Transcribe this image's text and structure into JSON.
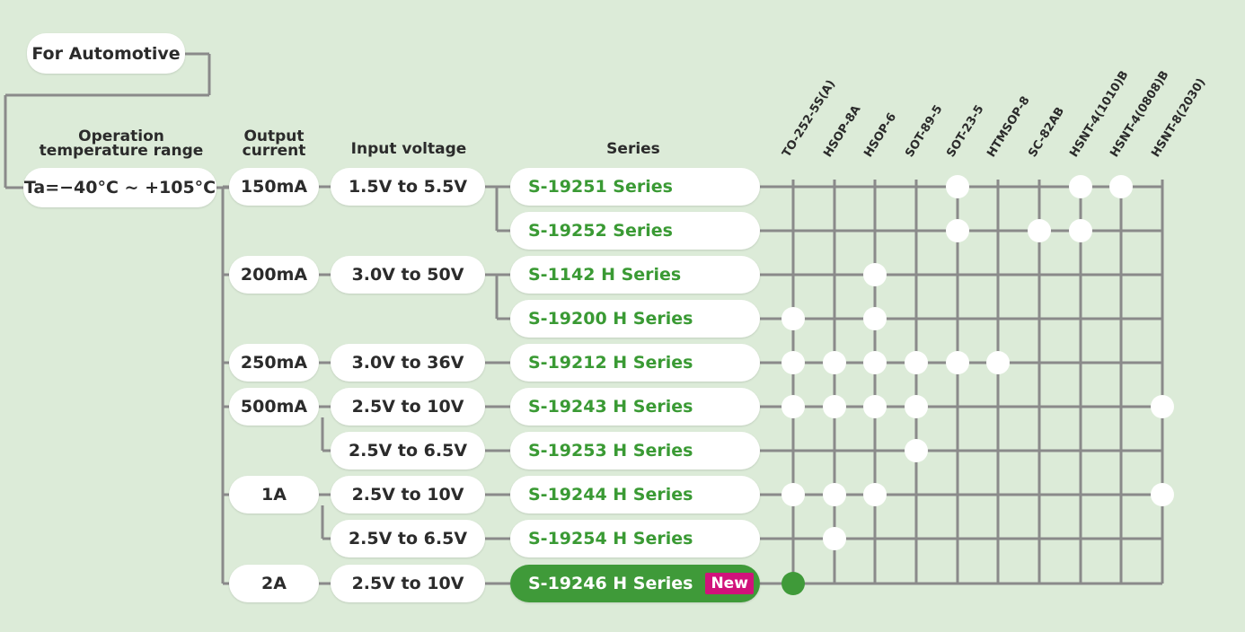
{
  "colors": {
    "background": "#dcebd8",
    "line": "#8a8a8a",
    "series_text": "#3a9a34",
    "highlight": "#3f9a39",
    "badge": "#d1127b"
  },
  "top_label": "For Automotive",
  "headers": {
    "temp": [
      "Operation",
      "temperature range"
    ],
    "current": [
      "Output",
      "current"
    ],
    "voltage": "Input voltage",
    "series": "Series"
  },
  "temp_range": "Ta=−40°C ~ +105°C",
  "packages": [
    "TO-252-5S(A)",
    "HSOP-8A",
    "HSOP-6",
    "SOT-89-5",
    "SOT-23-5",
    "HTMSOP-8",
    "SC-82AB",
    "HSNT-4(1010)B",
    "HSNT-4(0808)B",
    "HSNT-8(2030)"
  ],
  "currents": [
    "150mA",
    "200mA",
    "250mA",
    "500mA",
    "1A",
    "2A"
  ],
  "voltages": [
    "1.5V to 5.5V",
    "3.0V to 50V",
    "3.0V to 36V",
    "2.5V to 10V",
    "2.5V to 6.5V",
    "2.5V to 10V",
    "2.5V to 6.5V",
    "2.5V to 10V"
  ],
  "series": [
    {
      "name": "S-19251 Series",
      "packages": [
        4,
        7,
        8
      ]
    },
    {
      "name": "S-19252 Series",
      "packages": [
        4,
        6,
        7
      ]
    },
    {
      "name": "S-1142 H Series",
      "packages": [
        2
      ]
    },
    {
      "name": "S-19200 H Series",
      "packages": [
        0,
        2
      ]
    },
    {
      "name": "S-19212 H Series",
      "packages": [
        0,
        1,
        2,
        3,
        4,
        5
      ]
    },
    {
      "name": "S-19243 H Series",
      "packages": [
        0,
        1,
        2,
        3,
        9
      ]
    },
    {
      "name": "S-19253 H Series",
      "packages": [
        3
      ]
    },
    {
      "name": "S-19244 H Series",
      "packages": [
        0,
        1,
        2,
        9
      ]
    },
    {
      "name": "S-19254 H Series",
      "packages": [
        1
      ]
    },
    {
      "name": "S-19246 H Series",
      "packages": [
        0
      ],
      "badge": "New",
      "highlight": true
    }
  ]
}
